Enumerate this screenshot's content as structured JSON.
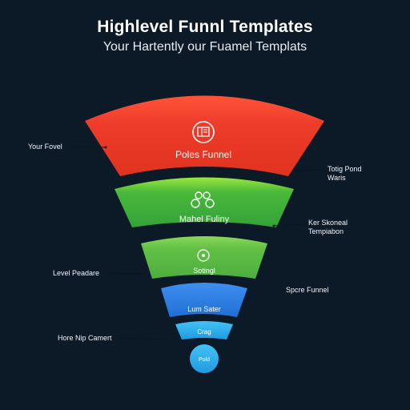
{
  "header": {
    "title": "Highlevel Funnl Templates",
    "subtitle": "Your Hartently our Fuamel Templats"
  },
  "colors": {
    "background": "#0c1a28",
    "layer_red": "#ea3a2c",
    "layer_green_top": "#7fd93a",
    "layer_green": "#3fae3a",
    "layer_green_light": "#62c045",
    "layer_blue": "#2a7de0",
    "layer_cyan": "#27a8ea"
  },
  "layers": [
    {
      "label": "Poles Funnel",
      "icon": "template-icon"
    },
    {
      "label": "Mahel Fuliny",
      "icon": "people-icon"
    },
    {
      "label": "Sotingl",
      "icon": "settings-icon"
    },
    {
      "label": "Lum Sater",
      "icon": ""
    },
    {
      "label": "Crag",
      "icon": ""
    },
    {
      "label": "Pold",
      "icon": ""
    }
  ],
  "annotations": {
    "left": [
      {
        "text": "Your Fovel"
      },
      {
        "text": "Level Peadare"
      },
      {
        "text": "Hore Nip Camert"
      }
    ],
    "right": [
      {
        "line1": "Totig Pond",
        "line2": "Waris"
      },
      {
        "line1": "Ker Skoneal",
        "line2": "Tempiabon"
      },
      {
        "line1": "Spcre Funnel",
        "line2": ""
      }
    ]
  }
}
